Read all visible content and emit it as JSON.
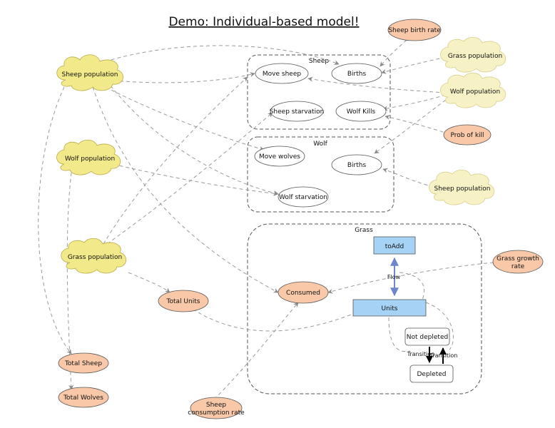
{
  "title": "Demo: Individual-based model!",
  "colors": {
    "cloud_yellow": "#f2e98a",
    "cloud_pale": "#f7f2c6",
    "orange": "#f9c8a8",
    "blue": "#a6d3f5",
    "dashed": "#9a9a9a",
    "flow_blue": "#6d86c7"
  },
  "containers": {
    "sheep": "Sheep",
    "wolf": "Wolf",
    "grass": "Grass"
  },
  "clouds": {
    "sheep_population_main": "Sheep population",
    "wolf_population_main": "Wolf population",
    "grass_population_main": "Grass population",
    "grass_population_right": "Grass population",
    "wolf_population_right": "Wolf population",
    "sheep_population_right": "Sheep population"
  },
  "parameters": {
    "sheep_birth_rate": "Sheep birth rate",
    "prob_of_kill": "Prob of kill",
    "grass_growth_rate_line1": "Grass growth",
    "grass_growth_rate_line2": "rate",
    "total_units": "Total Units",
    "consumed": "Consumed",
    "total_sheep": "Total Sheep",
    "total_wolves": "Total Wolves",
    "sheep_consumption_rate_line1": "Sheep",
    "sheep_consumption_rate_line2": "consumption rate"
  },
  "actions": {
    "move_sheep": "Move sheep",
    "sheep_births": "Births",
    "sheep_starvation": "Sheep starvation",
    "wolf_kills": "Wolf Kills",
    "move_wolves": "Move wolves",
    "wolf_births": "Births",
    "wolf_starvation": "Wolf starvation"
  },
  "grass_model": {
    "to_add": "toAdd",
    "units": "Units",
    "flow": "Flow",
    "not_depleted": "Not depleted",
    "depleted": "Depleted",
    "transition_left": "Transition",
    "transition_right": "Transition"
  }
}
